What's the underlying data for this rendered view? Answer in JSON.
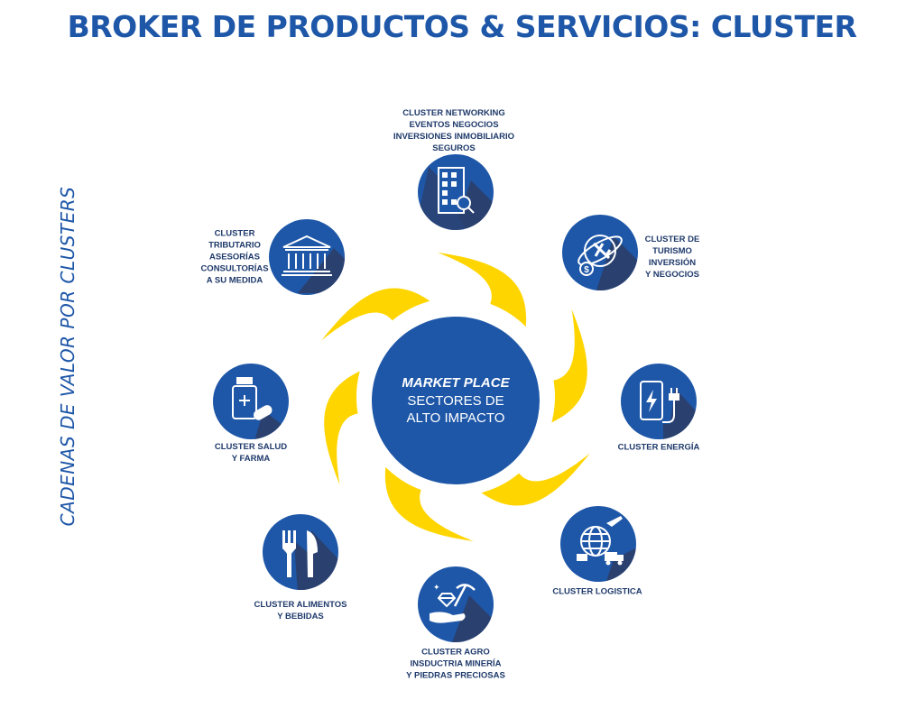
{
  "title": "BROKER DE PRODUCTOS & SERVICIOS: CLUSTER",
  "side_caption": "CADENAS DE VALOR POR CLUSTERS",
  "center": {
    "line1": "MARKET PLACE",
    "line2": "SECTORES DE",
    "line3": "ALTO IMPACTO"
  },
  "colors": {
    "primary_blue": "#1E57A8",
    "dark_blue": "#1F3A6B",
    "yellow": "#FFD500",
    "shadow_blue": "#2A4170"
  },
  "clusters": [
    {
      "icon": "building-search-icon",
      "lines": [
        "CLUSTER NETWORKING",
        "EVENTOS NEGOCIOS",
        "INVERSIONES INMOBILIARIO",
        "SEGUROS"
      ]
    },
    {
      "icon": "globe-plane-icon",
      "lines": [
        "CLUSTER DE",
        "TURISMO",
        "INVERSIÓN",
        "Y NEGOCIOS"
      ]
    },
    {
      "icon": "phone-charger-icon",
      "lines": [
        "CLUSTER ENERGÍA"
      ]
    },
    {
      "icon": "globe-truck-icon",
      "lines": [
        "CLUSTER LOGISTICA"
      ]
    },
    {
      "icon": "hand-diamond-pickaxe-icon",
      "lines": [
        "CLUSTER AGRO",
        "INSDUCTRIA MINERÍA",
        "Y PIEDRAS PRECIOSAS"
      ]
    },
    {
      "icon": "fork-knife-icon",
      "lines": [
        "CLUSTER ALIMENTOS",
        "Y BEBIDAS"
      ]
    },
    {
      "icon": "medicine-bottle-pill-icon",
      "lines": [
        "CLUSTER SALUD",
        "Y FARMA"
      ]
    },
    {
      "icon": "government-building-icon",
      "lines": [
        "CLUSTER",
        "TRIBUTARIO",
        "ASESORÍAS",
        "CONSULTORÍAS",
        "A SU MEDIDA"
      ]
    }
  ]
}
